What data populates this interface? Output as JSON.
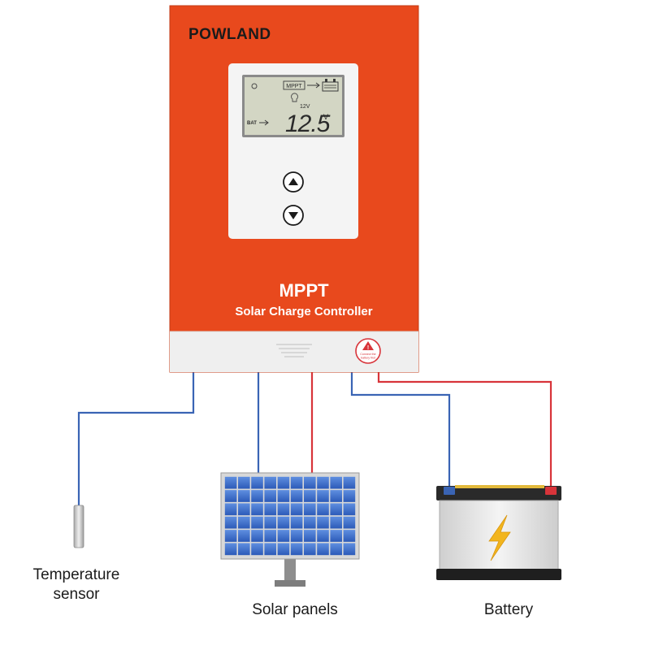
{
  "controller": {
    "brand": "POWLAND",
    "title": "MPPT",
    "subtitle": "Solar Charge Controller",
    "warning_text_1": "Connect the",
    "warning_text_2": "battery first",
    "colors": {
      "body": "#e8491d",
      "panel": "#f4f4f4",
      "bottom_strip": "#efefef"
    }
  },
  "lcd": {
    "top_tag": "MPPT",
    "system_voltage": "12V",
    "source_label": "BAT",
    "reading": "12.5",
    "unit": "V",
    "colors": {
      "screen": "#d3d6c4",
      "digits": "#2a2a2a"
    }
  },
  "buttons": [
    {
      "icon": "arrow-up-icon"
    },
    {
      "icon": "arrow-down-icon"
    }
  ],
  "wiring": {
    "colors": {
      "negative": "#3a64b4",
      "positive": "#d8343a"
    }
  },
  "components": {
    "temperature_sensor": {
      "label_line1": "Temperature",
      "label_line2": "sensor"
    },
    "solar_panels": {
      "label": "Solar panels"
    },
    "battery": {
      "label": "Battery"
    }
  }
}
